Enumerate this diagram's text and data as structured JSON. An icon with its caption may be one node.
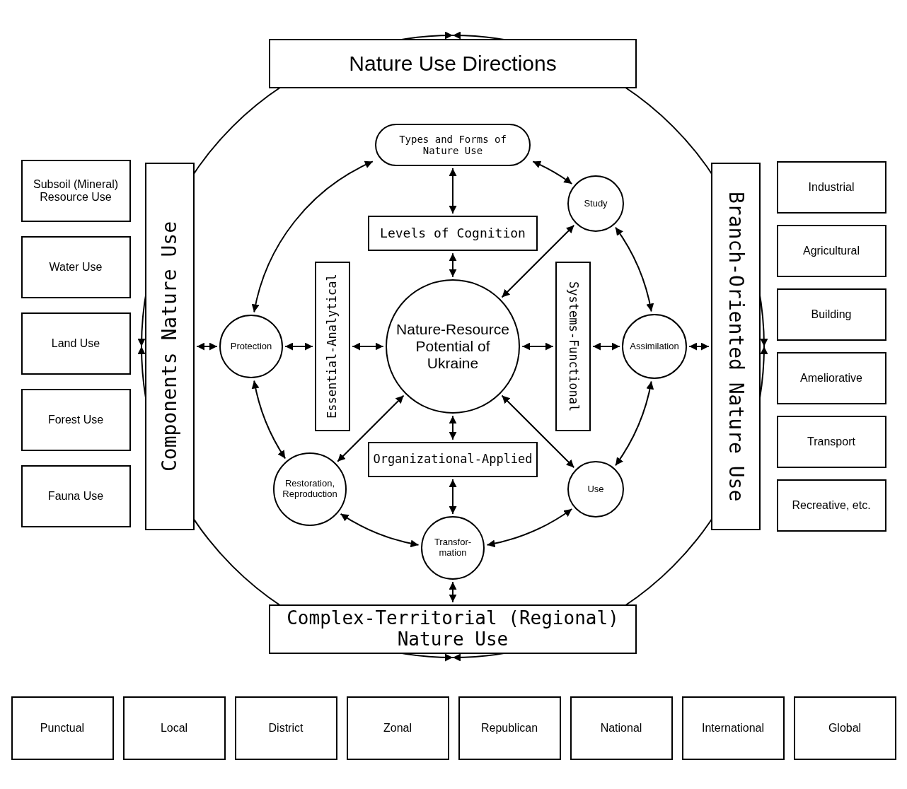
{
  "diagram": {
    "nodes": [
      {
        "text": [
          "Nature Use Directions"
        ]
      },
      {
        "text": [
          "Components Nature Use"
        ]
      },
      {
        "text": [
          "Branch-Oriented Nature Use"
        ]
      },
      {
        "text": [
          "Complex-Territorial (Regional) Nature Use"
        ]
      },
      {
        "text": [
          "Types and Forms of Nature Use"
        ]
      },
      {
        "text": [
          "Study"
        ]
      },
      {
        "text": [
          "Assimilation"
        ]
      },
      {
        "text": [
          "Use"
        ]
      },
      {
        "text": [
          "Transfor- mation"
        ]
      },
      {
        "text": [
          "Restoration, Reproduction"
        ]
      },
      {
        "text": [
          "Protection"
        ]
      },
      {
        "text": [
          "Levels of Cognition"
        ]
      },
      {
        "text": [
          "Systems-Functional"
        ]
      },
      {
        "text": [
          "Organizational-Applied"
        ]
      },
      {
        "text": [
          "Essential-Analytical"
        ]
      },
      {
        "text": [
          "Nature-Resource Potential of Ukraine"
        ]
      },
      {
        "text": [
          "Subsoil (Mineral) Resource Use"
        ]
      },
      {
        "text": [
          "Water Use"
        ]
      },
      {
        "text": [
          "Land Use"
        ]
      },
      {
        "text": [
          "Forest Use"
        ]
      },
      {
        "text": [
          "Fauna Use"
        ]
      },
      {
        "text": [
          "Industrial"
        ]
      },
      {
        "text": [
          "Agricultural"
        ]
      },
      {
        "text": [
          "Building"
        ]
      },
      {
        "text": [
          "Ameliorative"
        ]
      },
      {
        "text": [
          "Transport"
        ]
      },
      {
        "text": [
          "Recreative, etc."
        ]
      },
      {
        "text": [
          "Punctual"
        ]
      },
      {
        "text": [
          "Local"
        ]
      },
      {
        "text": [
          "District"
        ]
      },
      {
        "text": [
          "Zonal"
        ]
      },
      {
        "text": [
          "Republican"
        ]
      },
      {
        "text": [
          "National"
        ]
      },
      {
        "text": [
          "International"
        ]
      },
      {
        "text": [
          "Global"
        ]
      }
    ],
    "edges": [
      {
        "from": 1,
        "to": 0,
        "arrow": "both"
      },
      {
        "from": 0,
        "to": 2,
        "arrow": "both"
      },
      {
        "from": 2,
        "to": 3,
        "arrow": "both"
      },
      {
        "from": 3,
        "to": 1,
        "arrow": "both"
      },
      {
        "from": 10,
        "to": 4,
        "arrow": "both"
      },
      {
        "from": 4,
        "to": 5,
        "arrow": "both"
      },
      {
        "from": 5,
        "to": 6,
        "arrow": "both"
      },
      {
        "from": 6,
        "to": 7,
        "arrow": "both"
      },
      {
        "from": 7,
        "to": 8,
        "arrow": "both"
      },
      {
        "from": 8,
        "to": 9,
        "arrow": "both"
      },
      {
        "from": 9,
        "to": 10,
        "arrow": "both"
      },
      {
        "from": 4,
        "to": 11,
        "arrow": "both"
      },
      {
        "from": 11,
        "to": 15,
        "arrow": "both"
      },
      {
        "from": 5,
        "to": 15,
        "arrow": "both"
      },
      {
        "from": 2,
        "to": 6,
        "arrow": "both"
      },
      {
        "from": 6,
        "to": 12,
        "arrow": "both"
      },
      {
        "from": 12,
        "to": 15,
        "arrow": "both"
      },
      {
        "from": 7,
        "to": 15,
        "arrow": "both"
      },
      {
        "from": 3,
        "to": 8,
        "arrow": "both"
      },
      {
        "from": 8,
        "to": 13,
        "arrow": "both"
      },
      {
        "from": 13,
        "to": 15,
        "arrow": "both"
      },
      {
        "from": 9,
        "to": 15,
        "arrow": "both"
      },
      {
        "from": 1,
        "to": 10,
        "arrow": "both"
      },
      {
        "from": 10,
        "to": 14,
        "arrow": "both"
      },
      {
        "from": 14,
        "to": 15,
        "arrow": "both"
      }
    ]
  }
}
